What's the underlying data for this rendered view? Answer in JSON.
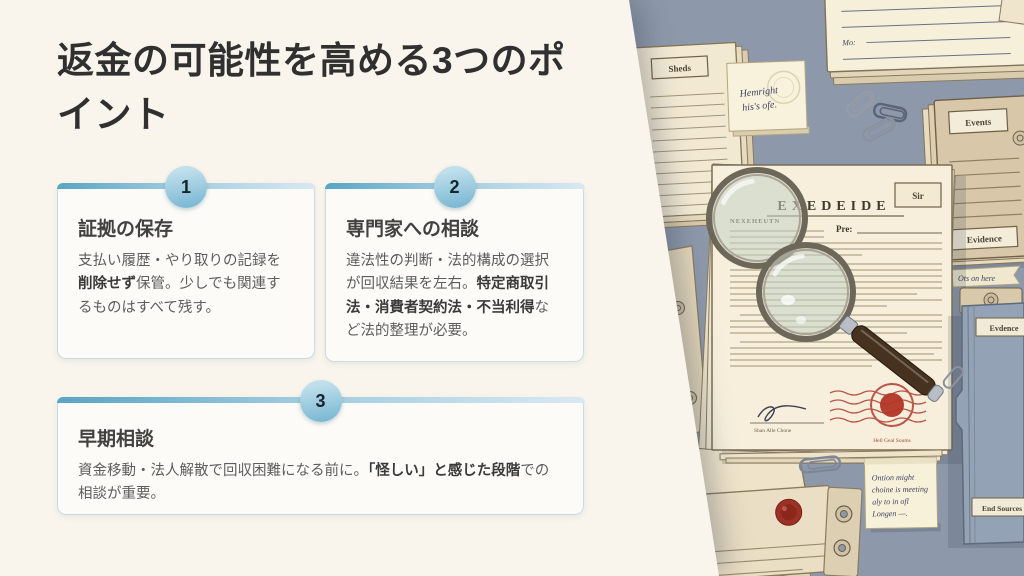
{
  "slide": {
    "title": "返金の可能性を高める3つのポイント",
    "background_color": "#f9f5ec",
    "accent_color": "#58a5c4"
  },
  "cards": [
    {
      "number": "1",
      "title": "証拠の保存",
      "body_pre": "支払い履歴・やり取りの記録を",
      "body_bold": "削除せず",
      "body_post": "保管。少しでも関連するものはすべて残す。"
    },
    {
      "number": "2",
      "title": "専門家への相談",
      "body_pre": "違法性の判断・法的構成の選択が回収結果を左右。",
      "body_bold": "特定商取引法・消費者契約法・不当利得",
      "body_post": "など法的整理が必要。"
    },
    {
      "number": "3",
      "title": "早期相談",
      "body_pre": "資金移動・法人解散で回収困難になる前に。",
      "body_bold": "「怪しい」と感じた段階",
      "body_post": "での相談が重要。"
    }
  ],
  "illustration": {
    "background_color": "#8d98aa",
    "labels": {
      "sheds_stack": "Sheds",
      "index_card": "Mo:",
      "folder_top": "Events",
      "folder_bottom": "Evidence",
      "doc_corner": "Sir",
      "doc_title": "EXEDEIDE",
      "doc_subhead": "NEXEHEUTN",
      "doc_field": "Pre:",
      "signature_caption": "Shan Alle Chone",
      "stamp_caption": "Hell Geal Soums",
      "tape": "Ots on here",
      "blue_folder_top": "Evdence",
      "blue_folder_bottom": "End Sources",
      "sticky1_line1": "Hemright",
      "sticky1_line2": "his's ofe.",
      "sticky2_line1": "Ontion might",
      "sticky2_line2": "choine is meeting",
      "sticky2_line3": "aly to in ofl",
      "sticky2_line4": "Longen —."
    }
  }
}
